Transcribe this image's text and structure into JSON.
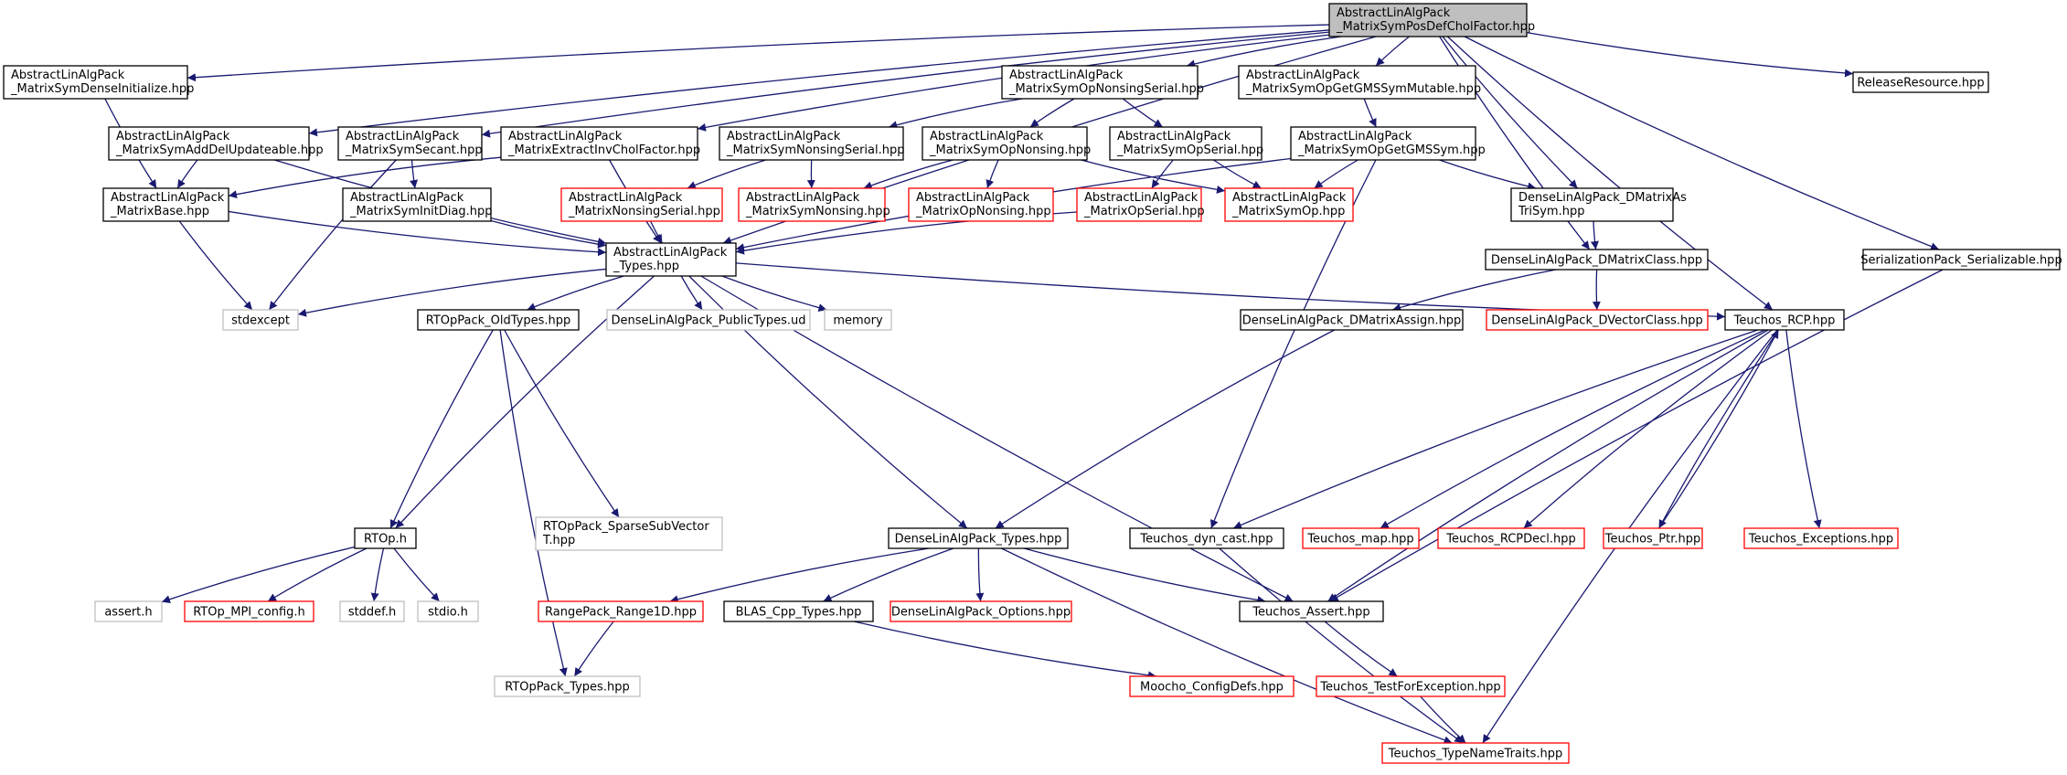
{
  "colors": {
    "edge": "#191970",
    "node_root_fill": "#bfbfbf",
    "node_normal_border": "#000000",
    "node_incomplete_border": "#ff0000",
    "node_external_border": "#bfbfbf",
    "node_external_text": "#7f7f7f"
  },
  "nodes": [
    {
      "id": "root",
      "lines": [
        "AbstractLinAlgPack",
        "_MatrixSymPosDefCholFactor.hpp"
      ],
      "style": "root"
    },
    {
      "id": "densein",
      "lines": [
        "AbstractLinAlgPack",
        "_MatrixSymDenseInitialize.hpp"
      ],
      "style": "normal"
    },
    {
      "id": "opns",
      "lines": [
        "AbstractLinAlgPack",
        "_MatrixSymOpNonsingSerial.hpp"
      ],
      "style": "normal"
    },
    {
      "id": "gmsmut",
      "lines": [
        "AbstractLinAlgPack",
        "_MatrixSymOpGetGMSSymMutable.hpp"
      ],
      "style": "normal"
    },
    {
      "id": "release",
      "lines": [
        "ReleaseResource.hpp"
      ],
      "style": "normal"
    },
    {
      "id": "adddel",
      "lines": [
        "AbstractLinAlgPack",
        "_MatrixSymAddDelUpdateable.hpp"
      ],
      "style": "normal"
    },
    {
      "id": "secant",
      "lines": [
        "AbstractLinAlgPack",
        "_MatrixSymSecant.hpp"
      ],
      "style": "normal"
    },
    {
      "id": "extract",
      "lines": [
        "AbstractLinAlgPack",
        "_MatrixExtractInvCholFactor.hpp"
      ],
      "style": "normal"
    },
    {
      "id": "symns",
      "lines": [
        "AbstractLinAlgPack",
        "_MatrixSymNonsingSerial.hpp"
      ],
      "style": "normal"
    },
    {
      "id": "symopns",
      "lines": [
        "AbstractLinAlgPack",
        "_MatrixSymOpNonsing.hpp"
      ],
      "style": "normal"
    },
    {
      "id": "symopser",
      "lines": [
        "AbstractLinAlgPack",
        "_MatrixSymOpSerial.hpp"
      ],
      "style": "normal"
    },
    {
      "id": "gmssym",
      "lines": [
        "AbstractLinAlgPack",
        "_MatrixSymOpGetGMSSym.hpp"
      ],
      "style": "normal"
    },
    {
      "id": "base",
      "lines": [
        "AbstractLinAlgPack",
        "_MatrixBase.hpp"
      ],
      "style": "normal"
    },
    {
      "id": "initdiag",
      "lines": [
        "AbstractLinAlgPack",
        "_MatrixSymInitDiag.hpp"
      ],
      "style": "normal"
    },
    {
      "id": "nsser",
      "lines": [
        "AbstractLinAlgPack",
        "_MatrixNonsingSerial.hpp"
      ],
      "style": "red"
    },
    {
      "id": "symnons",
      "lines": [
        "AbstractLinAlgPack",
        "_MatrixSymNonsing.hpp"
      ],
      "style": "red"
    },
    {
      "id": "opnons",
      "lines": [
        "AbstractLinAlgPack",
        "_MatrixOpNonsing.hpp"
      ],
      "style": "red"
    },
    {
      "id": "opser",
      "lines": [
        "AbstractLinAlgPack",
        "_MatrixOpSerial.hpp"
      ],
      "style": "red"
    },
    {
      "id": "symop",
      "lines": [
        "AbstractLinAlgPack",
        "_MatrixSymOp.hpp"
      ],
      "style": "red"
    },
    {
      "id": "tri",
      "lines": [
        "DenseLinAlgPack_DMatrixAs",
        "TriSym.hpp"
      ],
      "style": "normal"
    },
    {
      "id": "serial",
      "lines": [
        "SerializationPack_Serializable.hpp"
      ],
      "style": "normal"
    },
    {
      "id": "types",
      "lines": [
        "AbstractLinAlgPack",
        "_Types.hpp"
      ],
      "style": "normal"
    },
    {
      "id": "dmc",
      "lines": [
        "DenseLinAlgPack_DMatrixClass.hpp"
      ],
      "style": "normal"
    },
    {
      "id": "stdexcept",
      "lines": [
        "stdexcept"
      ],
      "style": "gray"
    },
    {
      "id": "oldtypes",
      "lines": [
        "RTOpPack_OldTypes.hpp"
      ],
      "style": "normal"
    },
    {
      "id": "publictypes",
      "lines": [
        "DenseLinAlgPack_PublicTypes.ud"
      ],
      "style": "gray"
    },
    {
      "id": "memory",
      "lines": [
        "memory"
      ],
      "style": "gray"
    },
    {
      "id": "dmassign",
      "lines": [
        "DenseLinAlgPack_DMatrixAssign.hpp"
      ],
      "style": "normal"
    },
    {
      "id": "dvc",
      "lines": [
        "DenseLinAlgPack_DVectorClass.hpp"
      ],
      "style": "red"
    },
    {
      "id": "rcp",
      "lines": [
        "Teuchos_RCP.hpp"
      ],
      "style": "normal"
    },
    {
      "id": "rtop",
      "lines": [
        "RTOp.h"
      ],
      "style": "normal"
    },
    {
      "id": "sparse",
      "lines": [
        "RTOpPack_SparseSubVector",
        "T.hpp"
      ],
      "style": "gray"
    },
    {
      "id": "dlptypes",
      "lines": [
        "DenseLinAlgPack_Types.hpp"
      ],
      "style": "normal"
    },
    {
      "id": "dyncast",
      "lines": [
        "Teuchos_dyn_cast.hpp"
      ],
      "style": "normal"
    },
    {
      "id": "tmap",
      "lines": [
        "Teuchos_map.hpp"
      ],
      "style": "red"
    },
    {
      "id": "rcpdecl",
      "lines": [
        "Teuchos_RCPDecl.hpp"
      ],
      "style": "red"
    },
    {
      "id": "ptr",
      "lines": [
        "Teuchos_Ptr.hpp"
      ],
      "style": "red"
    },
    {
      "id": "exceptions",
      "lines": [
        "Teuchos_Exceptions.hpp"
      ],
      "style": "red"
    },
    {
      "id": "asserth",
      "lines": [
        "assert.h"
      ],
      "style": "gray"
    },
    {
      "id": "mpiconfig",
      "lines": [
        "RTOp_MPI_config.h"
      ],
      "style": "red"
    },
    {
      "id": "stddef",
      "lines": [
        "stddef.h"
      ],
      "style": "gray"
    },
    {
      "id": "stdio",
      "lines": [
        "stdio.h"
      ],
      "style": "gray"
    },
    {
      "id": "range",
      "lines": [
        "RangePack_Range1D.hpp"
      ],
      "style": "red"
    },
    {
      "id": "blas",
      "lines": [
        "BLAS_Cpp_Types.hpp"
      ],
      "style": "normal"
    },
    {
      "id": "options",
      "lines": [
        "DenseLinAlgPack_Options.hpp"
      ],
      "style": "red"
    },
    {
      "id": "tassert",
      "lines": [
        "Teuchos_Assert.hpp"
      ],
      "style": "normal"
    },
    {
      "id": "rtoptypes",
      "lines": [
        "RTOpPack_Types.hpp"
      ],
      "style": "gray"
    },
    {
      "id": "moocho",
      "lines": [
        "Moocho_ConfigDefs.hpp"
      ],
      "style": "red"
    },
    {
      "id": "testfor",
      "lines": [
        "Teuchos_TestForException.hpp"
      ],
      "style": "red"
    },
    {
      "id": "typename",
      "lines": [
        "Teuchos_TypeNameTraits.hpp"
      ],
      "style": "red"
    }
  ],
  "edges": [
    [
      "root",
      "densein"
    ],
    [
      "root",
      "adddel"
    ],
    [
      "root",
      "secant"
    ],
    [
      "root",
      "extract"
    ],
    [
      "root",
      "opns"
    ],
    [
      "root",
      "gmsmut"
    ],
    [
      "root",
      "release"
    ],
    [
      "root",
      "types"
    ],
    [
      "root",
      "tri"
    ],
    [
      "root",
      "dmc"
    ],
    [
      "root",
      "rcp"
    ],
    [
      "root",
      "serial"
    ],
    [
      "densein",
      "base"
    ],
    [
      "adddel",
      "base"
    ],
    [
      "adddel",
      "types"
    ],
    [
      "secant",
      "initdiag"
    ],
    [
      "secant",
      "stdexcept"
    ],
    [
      "extract",
      "base"
    ],
    [
      "extract",
      "types"
    ],
    [
      "opns",
      "symns"
    ],
    [
      "opns",
      "symopns"
    ],
    [
      "opns",
      "symopser"
    ],
    [
      "gmsmut",
      "gmssym"
    ],
    [
      "symns",
      "nsser"
    ],
    [
      "symns",
      "symnons"
    ],
    [
      "symopns",
      "symnons"
    ],
    [
      "symopns",
      "opnons"
    ],
    [
      "symopns",
      "symop"
    ],
    [
      "symopser",
      "opser"
    ],
    [
      "symopser",
      "symop"
    ],
    [
      "gmssym",
      "symop"
    ],
    [
      "gmssym",
      "types"
    ],
    [
      "gmssym",
      "tri"
    ],
    [
      "gmssym",
      "dyncast"
    ],
    [
      "base",
      "types"
    ],
    [
      "base",
      "stdexcept"
    ],
    [
      "initdiag",
      "types"
    ],
    [
      "nsser",
      "types"
    ],
    [
      "opser",
      "types"
    ],
    [
      "tri",
      "dmc"
    ],
    [
      "serial",
      "tassert"
    ],
    [
      "dmc",
      "dmassign"
    ],
    [
      "dmc",
      "dvc"
    ],
    [
      "types",
      "stdexcept"
    ],
    [
      "types",
      "oldtypes"
    ],
    [
      "types",
      "publictypes"
    ],
    [
      "types",
      "memory"
    ],
    [
      "types",
      "rtop"
    ],
    [
      "types",
      "dlptypes"
    ],
    [
      "types",
      "tassert"
    ],
    [
      "types",
      "rcp"
    ],
    [
      "oldtypes",
      "rtop"
    ],
    [
      "oldtypes",
      "sparse"
    ],
    [
      "oldtypes",
      "rtoptypes"
    ],
    [
      "rtop",
      "asserth"
    ],
    [
      "rtop",
      "mpiconfig"
    ],
    [
      "rtop",
      "stddef"
    ],
    [
      "rtop",
      "stdio"
    ],
    [
      "dmassign",
      "dlptypes"
    ],
    [
      "dlptypes",
      "range"
    ],
    [
      "dlptypes",
      "blas"
    ],
    [
      "dlptypes",
      "options"
    ],
    [
      "dlptypes",
      "tassert"
    ],
    [
      "dlptypes",
      "typename"
    ],
    [
      "rcp",
      "dyncast"
    ],
    [
      "rcp",
      "tmap"
    ],
    [
      "rcp",
      "rcpdecl"
    ],
    [
      "rcp",
      "ptr"
    ],
    [
      "rcp",
      "exceptions"
    ],
    [
      "rcp",
      "tassert"
    ],
    [
      "rcp",
      "typename"
    ],
    [
      "ptr",
      "rcp"
    ],
    [
      "range",
      "rtoptypes"
    ],
    [
      "blas",
      "moocho"
    ],
    [
      "tassert",
      "testfor"
    ],
    [
      "testfor",
      "typename"
    ],
    [
      "dyncast",
      "typename"
    ]
  ]
}
